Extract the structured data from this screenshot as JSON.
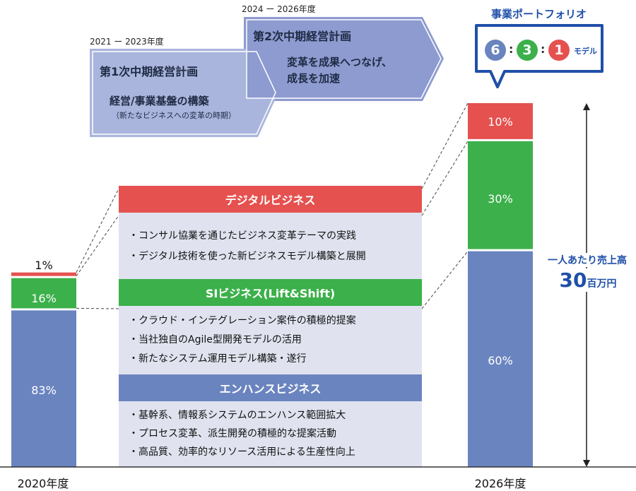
{
  "plans": {
    "first": {
      "period": "2021 ー 2023年度",
      "title": "第1次中期経営計画",
      "text": "経営/事業基盤の構築",
      "note": "（新たなビジネスへの変革の時期）"
    },
    "second": {
      "period": "2024 ー 2026年度",
      "title": "第2次中期経営計画",
      "text_line1": "変革を成果へつなげ、",
      "text_line2": "成長を加速"
    }
  },
  "portfolio": {
    "title": "事業ポートフォリオ",
    "ratios": [
      "6",
      "3",
      "1"
    ],
    "separator": ":",
    "suffix": "モデル",
    "colors": [
      "#6a84bf",
      "#3cb04a",
      "#e5514f"
    ]
  },
  "per_person": {
    "label": "一人あたり売上高",
    "value": "30",
    "unit": "百万円"
  },
  "businesses": {
    "digital": {
      "title": "デジタルビジネス",
      "bullets": [
        "コンサル協業を通じたビジネス変革テーマの実践",
        "デジタル技術を使った新ビジネスモデル構築と展開"
      ]
    },
    "si": {
      "title": "SIビジネス(Lift&Shift)",
      "bullets": [
        "クラウド・インテグレーション案件の積極的提案",
        "当社独自のAgile型開発モデルの活用",
        "新たなシステム運用モデル構築・遂行"
      ]
    },
    "enhance": {
      "title": "エンハンスビジネス",
      "bullets": [
        "基幹系、情報系システムのエンハンス範囲拡大",
        "プロセス変革、派生開発の積極的な提案活動",
        "高品質、効率的なリソース活用による生産性向上"
      ]
    }
  },
  "chart_data": {
    "type": "bar",
    "stacked": true,
    "categories": [
      "2020年度",
      "2026年度"
    ],
    "series": [
      {
        "name": "エンハンスビジネス",
        "values": [
          83,
          60
        ],
        "labels": [
          "83%",
          "60%"
        ],
        "color": "#6a84bf"
      },
      {
        "name": "SIビジネス(Lift&Shift)",
        "values": [
          16,
          30
        ],
        "labels": [
          "16%",
          "30%"
        ],
        "color": "#3cb04a"
      },
      {
        "name": "デジタルビジネス",
        "values": [
          1,
          10
        ],
        "labels": [
          "1%",
          "10%"
        ],
        "color": "#e5514f"
      }
    ],
    "ylim": [
      0,
      100
    ],
    "xlabel": "",
    "ylabel": ""
  }
}
